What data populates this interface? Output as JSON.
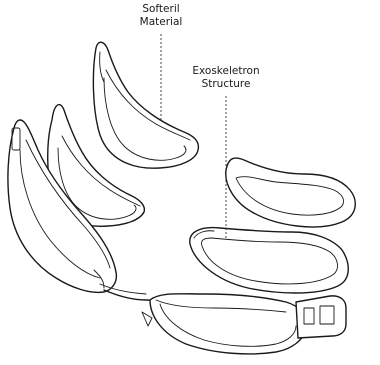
{
  "callouts": {
    "softeril": {
      "line1": "Softeril",
      "line2": "Material"
    },
    "exoskeleton": {
      "line1": "Exoskeletron",
      "line2": "Structure"
    }
  },
  "colors": {
    "stroke": "#1a1a1a",
    "background": "#ffffff"
  }
}
